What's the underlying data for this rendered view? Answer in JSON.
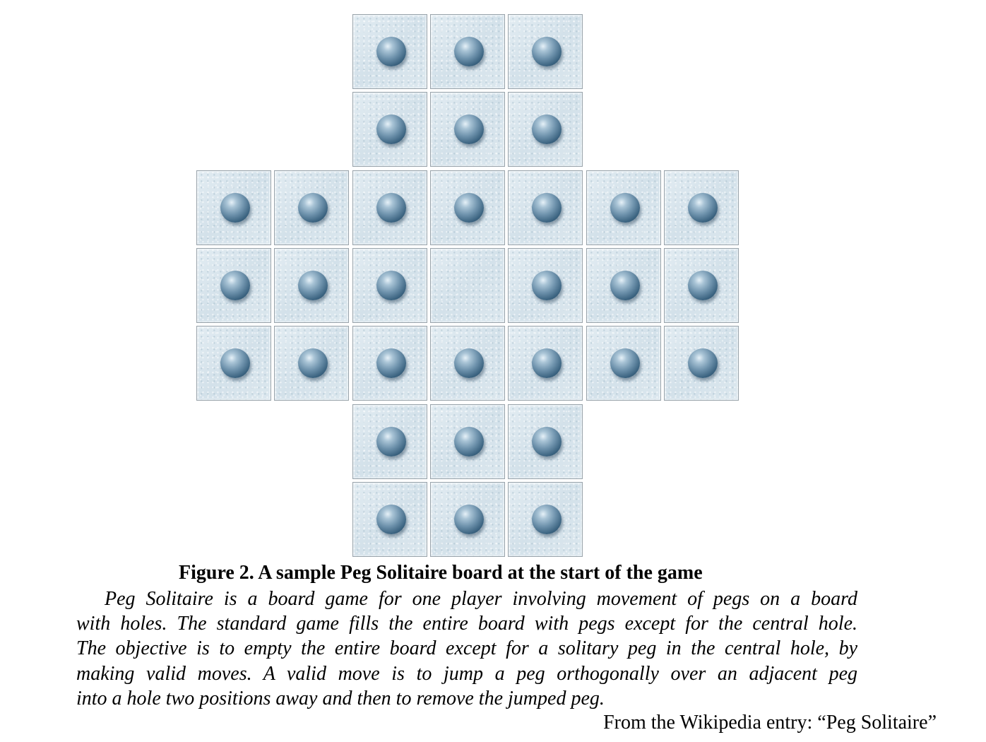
{
  "board": {
    "rows": [
      [
        0,
        0,
        1,
        1,
        1,
        0,
        0
      ],
      [
        0,
        0,
        1,
        1,
        1,
        0,
        0
      ],
      [
        1,
        1,
        1,
        1,
        1,
        1,
        1
      ],
      [
        1,
        1,
        1,
        2,
        1,
        1,
        1
      ],
      [
        1,
        1,
        1,
        1,
        1,
        1,
        1
      ],
      [
        0,
        0,
        1,
        1,
        1,
        0,
        0
      ],
      [
        0,
        0,
        1,
        1,
        1,
        0,
        0
      ]
    ],
    "legend_note": "",
    "peg_color": "#4a7290",
    "hole_color": "#d8e5ed"
  },
  "caption": "Figure 2. A sample Peg Solitaire board at the start of the game",
  "paragraph": {
    "lines": [
      "Peg Solitaire is a board game for one player involving movement of pegs on a board",
      "with holes. The standard game fills the entire board with pegs except for the central hole.",
      "The objective is to empty the entire board except for a solitary peg in the central hole, by",
      "making valid moves. A valid move is to jump a peg orthogonally over an adjacent peg",
      "into a hole two positions away and then to remove the jumped peg."
    ]
  },
  "source": "From the Wikipedia entry: “Peg Solitaire”"
}
